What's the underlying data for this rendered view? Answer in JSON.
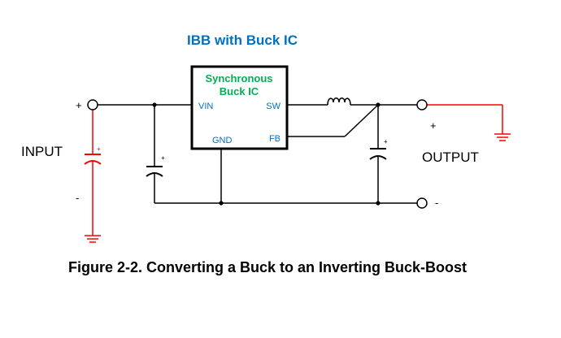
{
  "title": "IBB with Buck IC",
  "ic": {
    "name_line1": "Synchronous",
    "name_line2": "Buck IC",
    "pin_vin": "VIN",
    "pin_sw": "SW",
    "pin_gnd": "GND",
    "pin_fb": "FB"
  },
  "input": {
    "label": "INPUT",
    "plus": "+",
    "minus": "-"
  },
  "output": {
    "label": "OUTPUT",
    "plus": "+",
    "minus": "-"
  },
  "capacitor_polarity": "+",
  "caption": "Figure 2-2. Converting a Buck to an Inverting Buck-Boost",
  "colors": {
    "title": "#0070c0",
    "ic_name": "#00b050",
    "wire": "#000000",
    "highlight": "#ff0000"
  },
  "icons": {
    "ground": "ground-symbol-icon",
    "inductor": "inductor-coil-icon",
    "capacitor": "polarized-capacitor-icon",
    "terminal": "open-circle-terminal-icon"
  }
}
